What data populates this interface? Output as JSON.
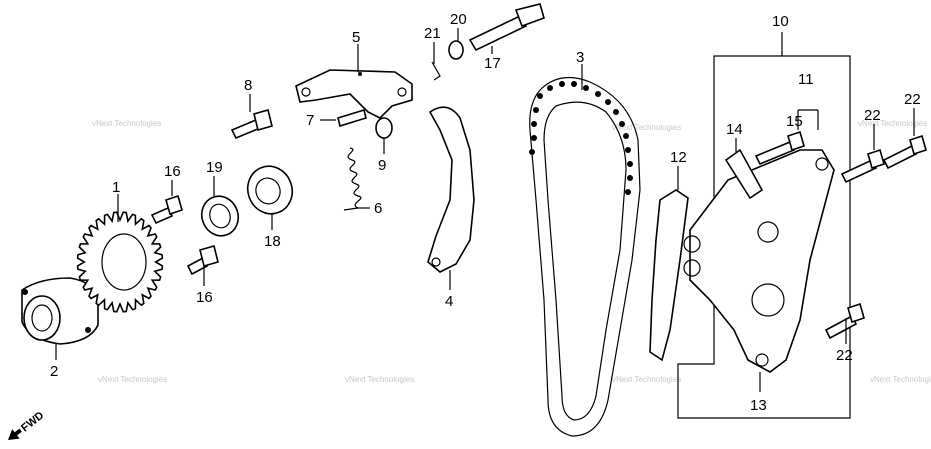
{
  "diagram": {
    "callouts": [
      {
        "id": "1",
        "label": "1"
      },
      {
        "id": "2",
        "label": "2"
      },
      {
        "id": "3",
        "label": "3"
      },
      {
        "id": "4",
        "label": "4"
      },
      {
        "id": "5",
        "label": "5"
      },
      {
        "id": "6",
        "label": "6"
      },
      {
        "id": "7",
        "label": "7"
      },
      {
        "id": "8",
        "label": "8"
      },
      {
        "id": "9",
        "label": "9"
      },
      {
        "id": "10",
        "label": "10"
      },
      {
        "id": "11",
        "label": "11"
      },
      {
        "id": "12",
        "label": "12"
      },
      {
        "id": "13",
        "label": "13"
      },
      {
        "id": "14",
        "label": "14"
      },
      {
        "id": "15",
        "label": "15"
      },
      {
        "id": "16a",
        "label": "16"
      },
      {
        "id": "16b",
        "label": "16"
      },
      {
        "id": "17",
        "label": "17"
      },
      {
        "id": "18",
        "label": "18"
      },
      {
        "id": "19",
        "label": "19"
      },
      {
        "id": "20",
        "label": "20"
      },
      {
        "id": "21",
        "label": "21"
      },
      {
        "id": "22a",
        "label": "22"
      },
      {
        "id": "22b",
        "label": "22"
      },
      {
        "id": "22c",
        "label": "22"
      }
    ],
    "direction_label": "FWD",
    "watermark": "vNext Technologies"
  }
}
